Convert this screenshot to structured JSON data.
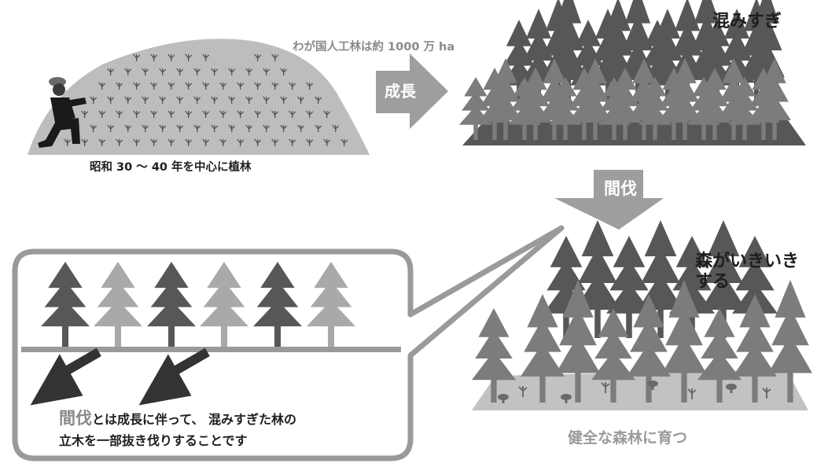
{
  "labels": {
    "planting": "昭和 30 ～ 40 年を中心に植林",
    "area": "わが国人工林は約 1000 万 ha",
    "growth": "成長",
    "overcrowded": "混みすぎ",
    "thinning": "間伐",
    "lively_1": "森がいきいき",
    "lively_2": "する",
    "definition_key": "間伐",
    "definition_rest": "とは成長に伴って、 混みすぎた林の",
    "definition_line2": "立木を一部抜き伐りすることです",
    "healthy": "健全な森林に育つ"
  },
  "colors": {
    "dark_tree": "#575757",
    "mid_tree": "#7c7c7c",
    "light_tree": "#a9a9a9",
    "ground": "#bdbdbd",
    "arrow": "#9e9e9e",
    "text": "#1e1e1e"
  }
}
